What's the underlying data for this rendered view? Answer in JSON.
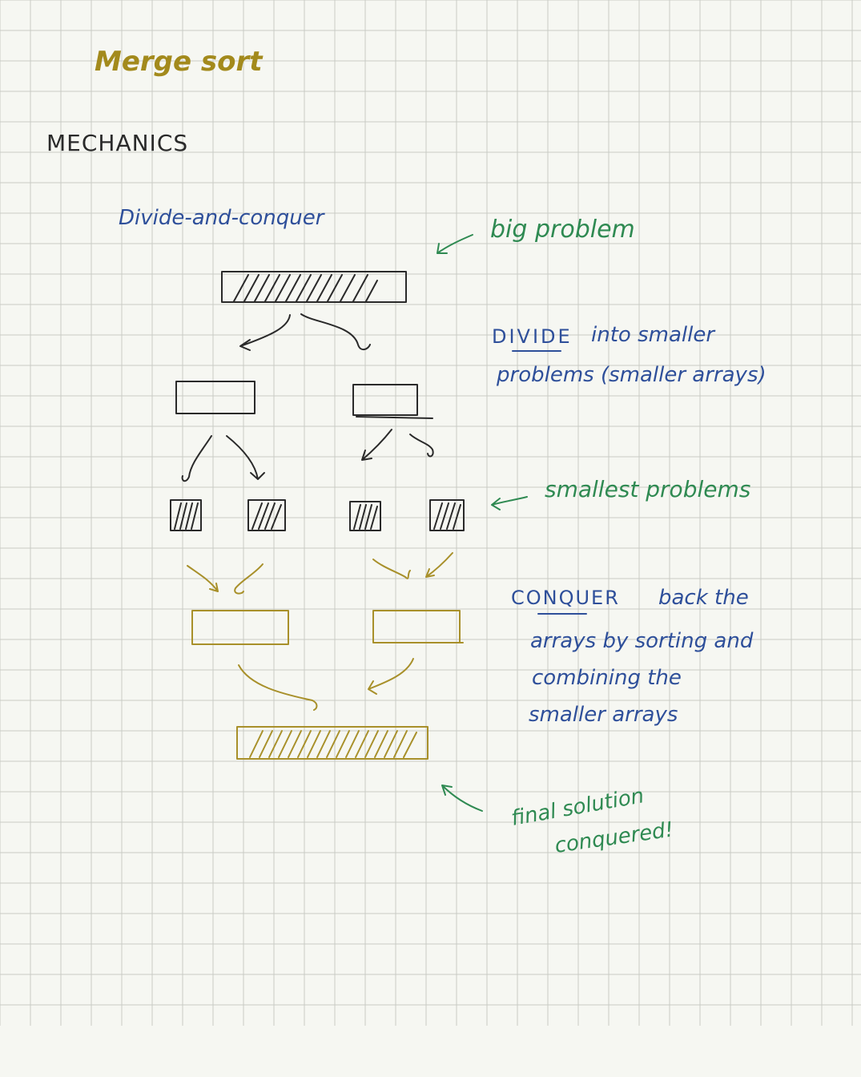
{
  "title": "Merge sort",
  "section": "MECHANICS",
  "subtitle": "Divide-and-conquer",
  "notes": {
    "big_problem": "big problem",
    "divide_line1_keyword": "DIVIDE",
    "divide_line1_rest": "into smaller",
    "divide_line2": "problems (smaller arrays)",
    "smallest": "smallest problems",
    "conquer_keyword": "CONQUER",
    "conquer_line1_rest": "back the",
    "conquer_line2": "arrays by sorting and",
    "conquer_line3": "combining the",
    "conquer_line4": "smaller arrays",
    "final_line1": "final solution",
    "final_line2": "conquered!"
  },
  "colors": {
    "paper": "#f6f7f2",
    "grid": "#c9cbc4",
    "gold": "#a38a1c",
    "black": "#2a2a2a",
    "blue": "#2e4f9a",
    "green": "#2f8a52"
  }
}
